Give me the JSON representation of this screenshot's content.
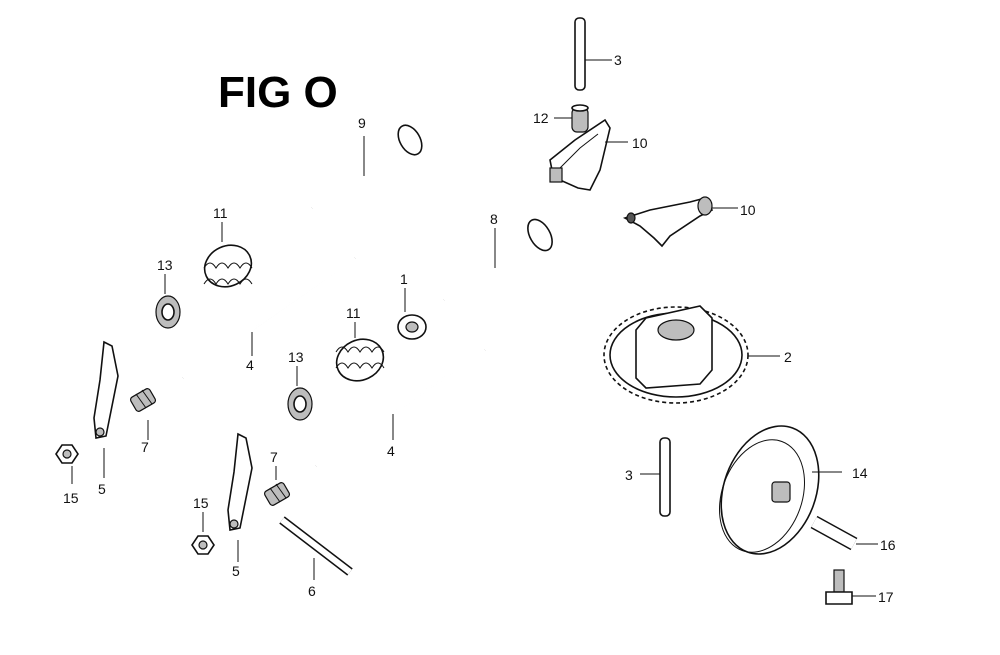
{
  "figure": {
    "title": "FIG O"
  },
  "callouts": {
    "c1": "1",
    "c2": "2",
    "c3a": "3",
    "c3b": "3",
    "c4a": "4",
    "c4b": "4",
    "c5a": "5",
    "c5b": "5",
    "c6": "6",
    "c7a": "7",
    "c7b": "7",
    "c8": "8",
    "c9": "9",
    "c10a": "10",
    "c10b": "10",
    "c11a": "11",
    "c11b": "11",
    "c12": "12",
    "c13a": "13",
    "c13b": "13",
    "c14": "14",
    "c15a": "15",
    "c15b": "15",
    "c16": "16",
    "c17": "17"
  }
}
